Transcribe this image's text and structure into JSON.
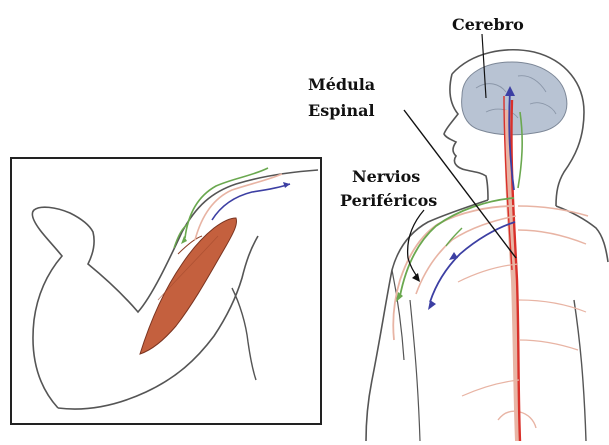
{
  "labels": {
    "brain": "Cerebro",
    "spinal_cord_line1": "Médula",
    "spinal_cord_line2": "Espinal",
    "peripheral_line1": "Nervios",
    "peripheral_line2": "Periféricos"
  },
  "colors": {
    "outline": "#555555",
    "brain_fill": "#b8c3d3",
    "muscle_fill": "#c4603e",
    "spinal_cord_red": "#d9302a",
    "motor_nerve_blue": "#3c3fa3",
    "sensory_nerve_green": "#6aa84f",
    "nerve_pink": "#e8b4a4",
    "inset_border": "#222222"
  }
}
